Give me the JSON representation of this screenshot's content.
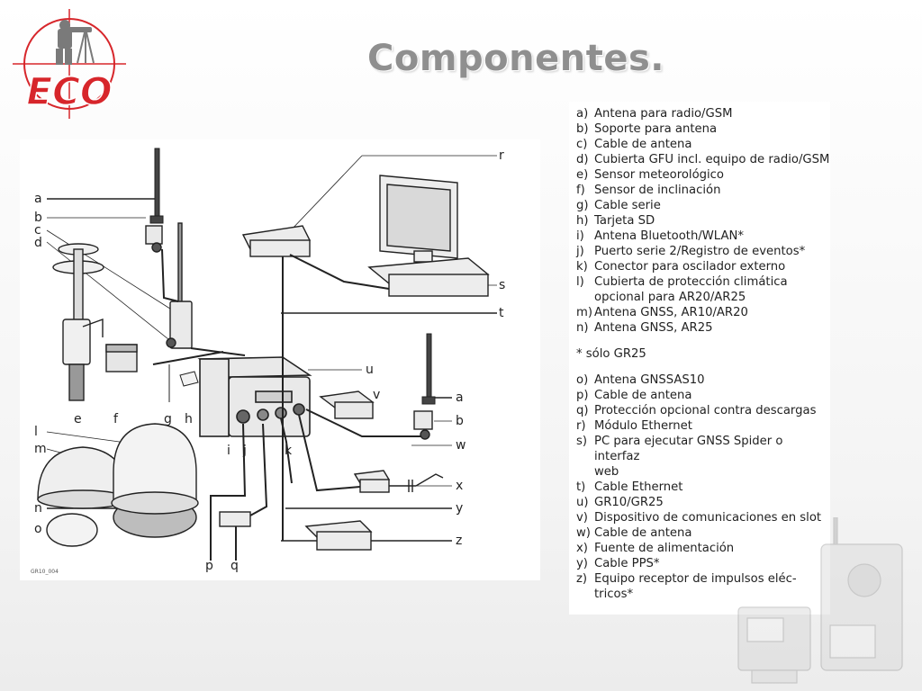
{
  "slide": {
    "title": "Componentes.",
    "logo_text": "ECO",
    "colors": {
      "title": "#8f8f8f",
      "logo_red": "#d7262b",
      "line": "#222222"
    }
  },
  "diagram": {
    "footnote": "GR10_004",
    "callouts": {
      "a": "a",
      "b": "b",
      "c": "c",
      "d": "d",
      "e": "e",
      "f": "f",
      "g": "g",
      "h": "h",
      "i": "i",
      "j": "j",
      "k": "k",
      "l": "l",
      "m": "m",
      "n": "n",
      "o": "o",
      "p": "p",
      "q": "q",
      "r": "r",
      "s": "s",
      "t": "t",
      "u": "u",
      "v": "v",
      "w": "w",
      "x": "x",
      "y": "y",
      "z": "z"
    }
  },
  "legend": {
    "part1": [
      {
        "key": "a)",
        "text": "Antena para radio/GSM"
      },
      {
        "key": "b)",
        "text": "Soporte para antena"
      },
      {
        "key": "c)",
        "text": "Cable de antena"
      },
      {
        "key": "d)",
        "text": "Cubierta GFU incl. equipo de radio/GSM"
      },
      {
        "key": "e)",
        "text": "Sensor meteorológico"
      },
      {
        "key": "f)",
        "text": "Sensor de inclinación"
      },
      {
        "key": "g)",
        "text": "Cable serie"
      },
      {
        "key": "h)",
        "text": "Tarjeta SD"
      },
      {
        "key": "i)",
        "text": "Antena Bluetooth/WLAN*"
      },
      {
        "key": "j)",
        "text": "Puerto serie 2/Registro de eventos*"
      },
      {
        "key": "k)",
        "text": "Conector para oscilador externo"
      },
      {
        "key": "l)",
        "text": "Cubierta de protección climática\nopcional para AR20/AR25"
      },
      {
        "key": "m)",
        "text": "Antena GNSS, AR10/AR20"
      },
      {
        "key": "n)",
        "text": "Antena GNSS, AR25"
      }
    ],
    "note": "* sólo GR25",
    "part2": [
      {
        "key": "o)",
        "text": "Antena GNSSAS10"
      },
      {
        "key": "p)",
        "text": "Cable de antena"
      },
      {
        "key": "q)",
        "text": "Protección opcional contra descargas"
      },
      {
        "key": "r)",
        "text": "Módulo Ethernet"
      },
      {
        "key": "s)",
        "text": "PC para ejecutar GNSS Spider o interfaz\nweb"
      },
      {
        "key": "t)",
        "text": "Cable Ethernet"
      },
      {
        "key": "u)",
        "text": "GR10/GR25"
      },
      {
        "key": "v)",
        "text": "Dispositivo de comunicaciones en slot"
      },
      {
        "key": "w)",
        "text": "Cable de antena"
      },
      {
        "key": "x)",
        "text": "Fuente de alimentación"
      },
      {
        "key": "y)",
        "text": "Cable PPS*"
      },
      {
        "key": "z)",
        "text": "Equipo receptor de impulsos eléc-\ntricos*"
      }
    ]
  }
}
